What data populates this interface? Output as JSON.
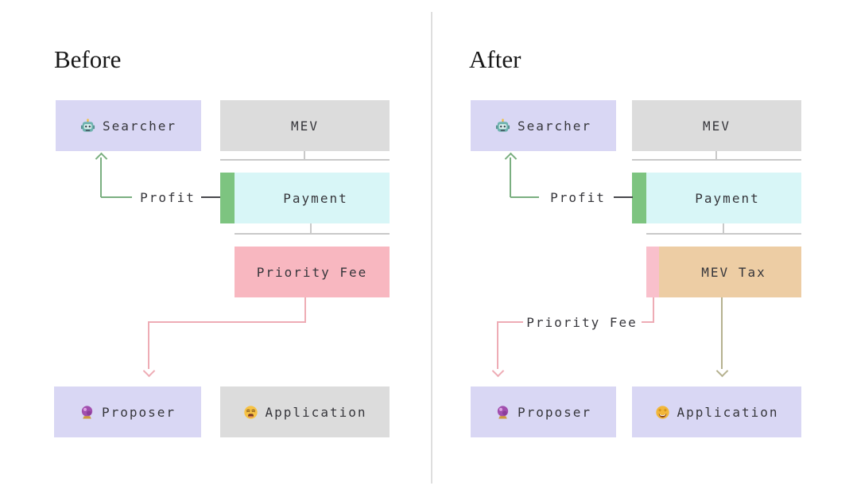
{
  "colors": {
    "box_lavender": "#d9d7f4",
    "box_gray": "#dcdcdc",
    "box_cyan": "#d8f6f7",
    "strip_green": "#7dc480",
    "box_pink": "#f8b7c0",
    "strip_pink": "#f9c0cc",
    "box_tan": "#edcda4",
    "arrow_green": "#7aaf80",
    "arrow_pink": "#eeacb5",
    "arrow_olive": "#b5b18f",
    "line_gray": "#c9c9c9",
    "dash_dark": "#47474c",
    "text_dark": "#36363b",
    "title_dark": "#171717",
    "divider": "#dedede"
  },
  "panels": {
    "before": {
      "title": "Before",
      "searcher": {
        "label": "Searcher",
        "icon": "robot-emoji"
      },
      "mev": {
        "label": "MEV"
      },
      "payment": {
        "label": "Payment"
      },
      "profit": {
        "label": "Profit"
      },
      "priority_fee": {
        "label": "Priority Fee"
      },
      "proposer": {
        "label": "Proposer",
        "icon": "crystal-ball-emoji"
      },
      "application": {
        "label": "Application",
        "icon": "weary-face-emoji"
      }
    },
    "after": {
      "title": "After",
      "searcher": {
        "label": "Searcher",
        "icon": "robot-emoji"
      },
      "mev": {
        "label": "MEV"
      },
      "payment": {
        "label": "Payment"
      },
      "profit": {
        "label": "Profit"
      },
      "mev_tax": {
        "label": "MEV Tax"
      },
      "priority_fee": {
        "label": "Priority Fee"
      },
      "proposer": {
        "label": "Proposer",
        "icon": "crystal-ball-emoji"
      },
      "application": {
        "label": "Application",
        "icon": "star-struck-emoji"
      }
    }
  }
}
